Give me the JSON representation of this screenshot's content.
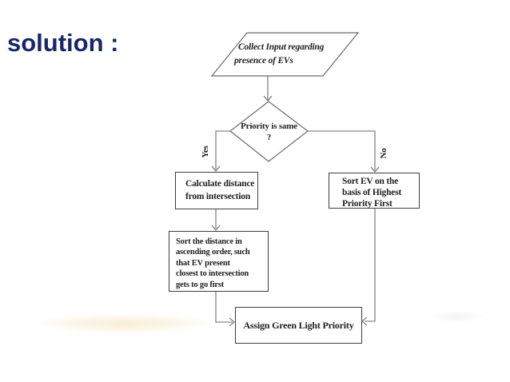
{
  "title": {
    "text": "solution :"
  },
  "colors": {
    "page_bg": "#ffffff",
    "title_color": "#17266b",
    "line_color": "#6b6b6b",
    "box_border_color": "#3d3d3d",
    "text_color": "#1f1f1f"
  },
  "flowchart": {
    "nodes": {
      "collect_input": {
        "shape": "parallelogram",
        "lines": [
          "Collect Input regarding",
          "presence of EVs"
        ]
      },
      "priority_same": {
        "shape": "diamond",
        "lines": [
          "Priority is same",
          "?"
        ]
      },
      "calculate_distance": {
        "shape": "rectangle",
        "lines": [
          "Calculate distance",
          "from intersection"
        ]
      },
      "sort_ev": {
        "shape": "rectangle",
        "lines": [
          "Sort EV on the",
          "basis of Highest",
          "Priority First"
        ]
      },
      "sort_distance": {
        "shape": "rectangle",
        "lines": [
          "Sort the distance in",
          "ascending order, such",
          "that EV present",
          "closest to intersection",
          "gets to go first"
        ]
      },
      "assign_green_light": {
        "shape": "rectangle",
        "lines": [
          "Assign Green Light Priority"
        ]
      }
    },
    "branch_labels": {
      "yes": "Yes",
      "no": "No"
    }
  }
}
